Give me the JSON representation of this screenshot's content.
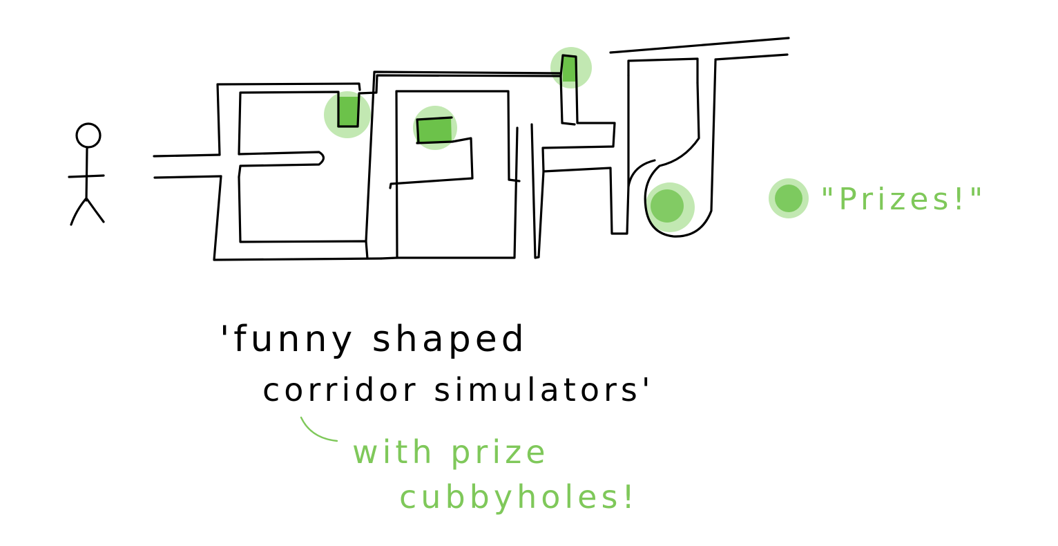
{
  "colors": {
    "ink": "#000000",
    "prize": "#6cc24a",
    "prize_soft": "#8fd672",
    "note": "#7fc85a",
    "background": "#ffffff"
  },
  "icons": {
    "person": "stick-figure-icon",
    "prize": "green-blob-icon"
  },
  "caption": {
    "line1": "'funny shaped",
    "line2": "corridor simulators'"
  },
  "note": {
    "line1": "with prize",
    "line2": "cubbyholes!"
  },
  "legend": {
    "label": "\"Prizes!\""
  }
}
